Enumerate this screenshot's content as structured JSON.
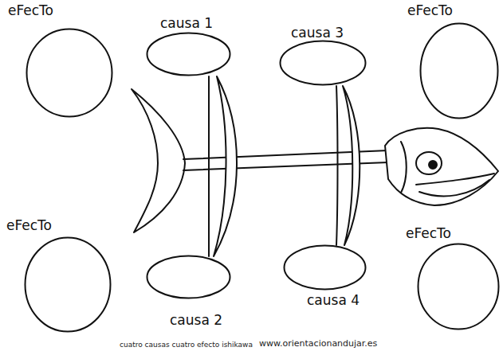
{
  "diagram": {
    "nodes": [
      {
        "text": [
          "eFecTo"
        ]
      },
      {
        "text": [
          "causa 1"
        ]
      },
      {
        "text": [
          "causa 3"
        ]
      },
      {
        "text": [
          "eFecTo"
        ]
      },
      {
        "text": [
          "eFecTo"
        ]
      },
      {
        "text": [
          "causa 2"
        ]
      },
      {
        "text": [
          "causa 4"
        ]
      },
      {
        "text": [
          "eFecTo"
        ]
      }
    ],
    "labels": [
      "cuatro causas cuatro efecto ishikawa",
      "www.orientacionandujar.es"
    ]
  }
}
